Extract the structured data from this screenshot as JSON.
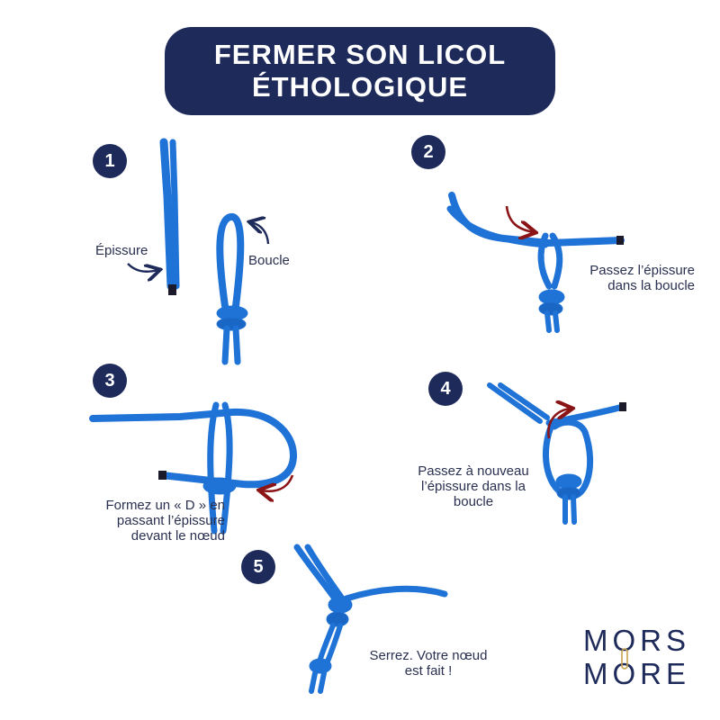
{
  "title": {
    "line1": "FERMER SON LICOL",
    "line2": "ÉTHOLOGIQUE"
  },
  "steps": [
    {
      "number": "1",
      "labels": {
        "splice": "Épissure",
        "loop": "Boucle"
      }
    },
    {
      "number": "2",
      "caption_line1": "Passez l’épissure",
      "caption_line2": "dans la boucle"
    },
    {
      "number": "3",
      "caption_line1": "Formez un « D » en",
      "caption_line2": "passant l’épissure",
      "caption_line3": "devant le nœud"
    },
    {
      "number": "4",
      "caption_line1": "Passez à nouveau",
      "caption_line2": "l’épissure dans la",
      "caption_line3": "boucle"
    },
    {
      "number": "5",
      "caption_line1": "Serrez. Votre nœud",
      "caption_line2": "est fait !"
    }
  ],
  "logo": {
    "line1": "MORS",
    "line2": "MORE"
  },
  "colors": {
    "navy": "#1e2a5a",
    "rope": "#1f72d6",
    "arrow": "#8a1416"
  }
}
